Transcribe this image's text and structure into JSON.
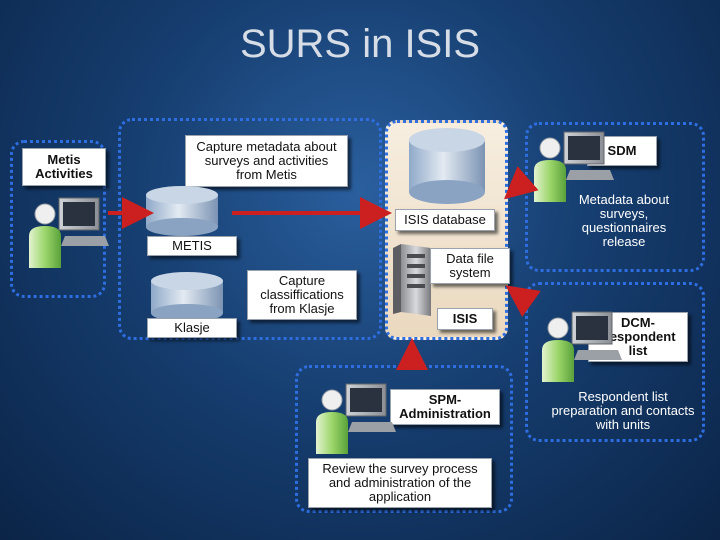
{
  "title": "SURS in ISIS",
  "metis_panel": {
    "label": "Metis Activities"
  },
  "capture_metadata": {
    "label": "Capture metadata about surveys and activities from Metis"
  },
  "metis_db": {
    "label": "METIS"
  },
  "klasje_db": {
    "label": "Klasje"
  },
  "capture_classifications": {
    "label": "Capture classiffications from Klasje"
  },
  "isis_database": {
    "label": "ISIS database"
  },
  "data_file_system": {
    "label": "Data file system"
  },
  "isis": {
    "label": "ISIS"
  },
  "sdm": {
    "label": "SDM",
    "description": "Metadata about surveys, questionnaires release"
  },
  "dcm": {
    "label": "DCM-Respondent list",
    "description": "Respondent list preparation and contacts with units"
  },
  "spm": {
    "label": "SPM-Administration",
    "description": "Review the survey process and administration of the application"
  },
  "colors": {
    "panel_border": "#2e6ee0",
    "arrow": "#cc1f1f",
    "isis_panel_fill": "#f1e5d2",
    "background": "#163e70"
  }
}
